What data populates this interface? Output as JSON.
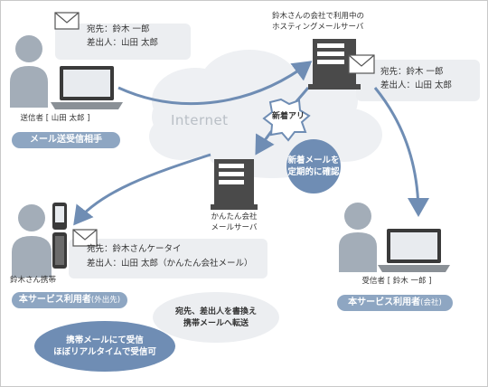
{
  "internet_label": "Internet",
  "sender": {
    "caption": "送信者 [ 山田 太郎 ]",
    "role": "メール送受信相手",
    "mail_to": "宛先：鈴木 一郎",
    "mail_from": "差出人：山田 太郎"
  },
  "hosting_server": {
    "title_line1": "鈴木さんの会社で利用中の",
    "title_line2": "ホスティングメールサーバ",
    "mail_to": "宛先：鈴木 一郎",
    "mail_from": "差出人：山田 太郎"
  },
  "new_mail_burst": "新着アリ",
  "check_bubble": {
    "line1": "新着メールを",
    "line2": "定期的に確認"
  },
  "kantan_server": {
    "line1": "かんたん会社",
    "line2": "メールサーバ"
  },
  "mobile_user": {
    "caption": "鈴木さん携帯",
    "role": "本サービス利用者",
    "role_note": "(外出先)",
    "mail_to": "宛先：鈴木さんケータイ",
    "mail_from": "差出人：山田 太郎（かんたん会社メール）"
  },
  "rewrite_callout": {
    "line1": "宛先、差出人を書換え",
    "line2": "携帯メールへ転送"
  },
  "mobile_bubble": {
    "line1": "携帯メールにて受信",
    "line2": "ほぼリアルタイムで受信可"
  },
  "receiver": {
    "caption": "受信者 [ 鈴木 一郎 ]",
    "role": "本サービス利用者",
    "role_note": "(会社)"
  },
  "colors": {
    "accent_blue": "#6f8db4",
    "pill_blue": "#8ea6c2",
    "person_gray": "#a3adb8",
    "cloud_gray": "#eef0f3",
    "panel_gray": "#eceef1"
  }
}
